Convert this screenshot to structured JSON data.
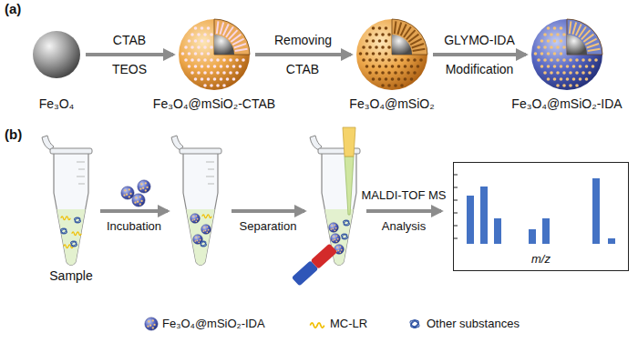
{
  "diagram": {
    "nodes": [
      {
        "text": [
          "Fe₃O₄"
        ]
      },
      {
        "text": [
          "Fe₃O₄@mSiO₂-CTAB"
        ]
      },
      {
        "text": [
          "Fe₃O₄@mSiO₂"
        ]
      },
      {
        "text": [
          "Fe₃O₄@mSiO₂-IDA"
        ]
      },
      {
        "text": [
          "Sample"
        ]
      },
      {
        "text": [
          "m/z"
        ]
      }
    ],
    "edges": [
      {
        "from": 0,
        "to": 1,
        "arrow": "to",
        "label": "CTAB"
      },
      {
        "from": 1,
        "to": 2,
        "arrow": "to",
        "label": "Removing"
      },
      {
        "from": 2,
        "to": 3,
        "arrow": "to",
        "label": "GLYMO-IDA"
      }
    ],
    "labels": [
      "(a)",
      "TEOS",
      "CTAB",
      "Modification",
      "(b)",
      "Incubation",
      "Separation",
      "MALDI-TOF MS",
      "Analysis"
    ],
    "legend": [
      {
        "text": "Fe₃O₄@mSiO₂-IDA"
      },
      {
        "text": "MC-LR"
      },
      {
        "text": "Other substances"
      }
    ]
  }
}
